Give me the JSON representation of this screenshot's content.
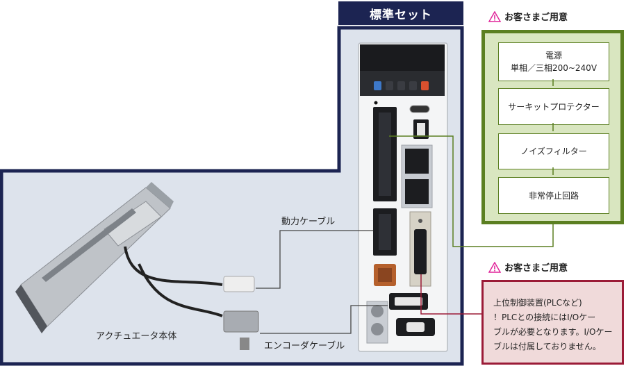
{
  "standard_set": {
    "label": "標準セット"
  },
  "customer_supplied_top": {
    "title": "お客さまご用意",
    "items": [
      {
        "line1": "電源",
        "line2": "単相／三相200~240V"
      },
      {
        "line1": "サーキットプロテクター",
        "line2": ""
      },
      {
        "line1": "ノイズフィルター",
        "line2": ""
      },
      {
        "line1": "非常停止回路",
        "line2": ""
      }
    ]
  },
  "customer_supplied_bottom": {
    "title": "お客さまご用意",
    "lines": [
      "上位制御装置(PLCなど)",
      "！PLCとの接続にはI/Oケー",
      "ブルが必要となります。I/Oケー",
      "ブルは付属しておりません。"
    ]
  },
  "labels": {
    "power_cable": "動力ケーブル",
    "actuator": "アクチュエータ本体",
    "encoder_cable": "エンコーダケーブル"
  },
  "colors": {
    "navy": "#1c2452",
    "green": "#5b7f21",
    "green_fill": "#d9e6c0",
    "red": "#9b1b37",
    "pink_fill": "#f0dada",
    "panel": "#dde3ec",
    "warning": "#e0249a"
  }
}
